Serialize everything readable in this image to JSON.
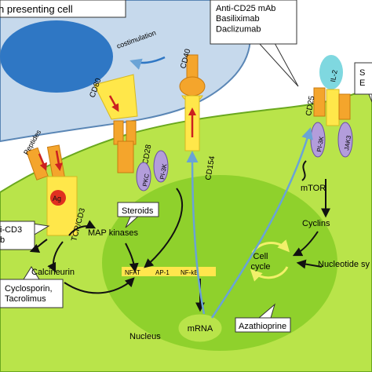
{
  "title_partial": "n presenting cell",
  "labels": {
    "costimulation": "costimulation",
    "cd80": "CD80",
    "cd40": "CD40",
    "il2": "IL-2",
    "cd25": "CD25",
    "jak3": "JAK3",
    "pi3k_right": "PI-3K",
    "peptides": "Peptides",
    "ag": "Ag",
    "tcr_cd3": "TCR/CD3",
    "cd28": "CD28",
    "pi3k_left": "PI-3K",
    "pkc": "PKC",
    "cd154": "CD154",
    "mtor": "mTOR",
    "cyclins": "Cyclins",
    "cell_cycle": "Cell\ncycle",
    "nucleotide": "Nucleotide sy",
    "map_kinases": "MAP kinases",
    "calcineurin": "Calcineurin",
    "nfat": "NFAT",
    "ap1": "AP-1",
    "nfkb": "NF-kB",
    "mrna": "mRNA",
    "nucleus": "Nucleus"
  },
  "callouts": {
    "anti_cd25": "Anti-CD25 mAb\nBasiliximab\nDaclizumab",
    "steroids": "Steroids",
    "anti_cd3": "i-CD3\nb",
    "cyclosporin": "Cyclosporin,\nTacrolimus",
    "azathioprine": "Azathioprine",
    "right_partial": "S\nE"
  },
  "colors": {
    "cell_fill": "#b9e44a",
    "cell_stroke": "#6aa81e",
    "nucleus": "#8fd12c",
    "apc_membrane": "#c6d9ec",
    "apc_nucleus": "#2f77c4",
    "receptor_orange": "#f4a52c",
    "receptor_yellow": "#ffe74a",
    "arrow_red": "#cc2020",
    "ag_red": "#e03020",
    "kinase_purple": "#b39ddb",
    "il2_cyan": "#7fd8e0",
    "blue_arrow": "#6aa3d6",
    "nfat_bar": "#ffe64d"
  }
}
